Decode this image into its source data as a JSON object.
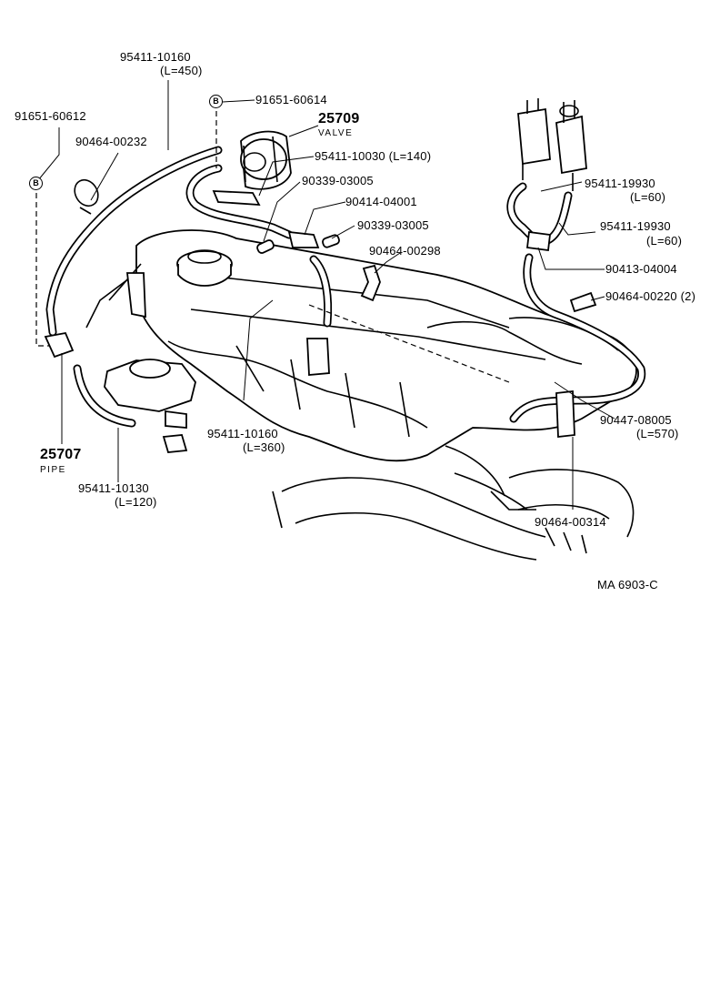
{
  "labels": {
    "hose_upper_left_part": "95411-10160",
    "hose_upper_left_len": "(L=450)",
    "bolt_left": "91651-60612",
    "clamp_left": "90464-00232",
    "bolt_top": "91651-60614",
    "valve_part": "25709",
    "valve_name": "VALVE",
    "hose_140": "95411-10030  (L=140)",
    "pipe_a": "90339-03005",
    "union": "90414-04001",
    "pipe_b": "90339-03005",
    "clamp_298": "90464-00298",
    "hose_60a_part": "95411-19930",
    "hose_60a_len": "(L=60)",
    "hose_60b_part": "95411-19930",
    "hose_60b_len": "(L=60)",
    "tee": "90413-04004",
    "clamp_220": "90464-00220  (2)",
    "hose_360_part": "95411-10160",
    "hose_360_len": "(L=360)",
    "hose_570_part": "90447-08005",
    "hose_570_len": "(L=570)",
    "pipe_part": "25707",
    "pipe_name": "PIPE",
    "hose_120_part": "95411-10130",
    "hose_120_len": "(L=120)",
    "clamp_314": "90464-00314",
    "figure_code": "MA  6903-C",
    "badge_letter": "B"
  }
}
